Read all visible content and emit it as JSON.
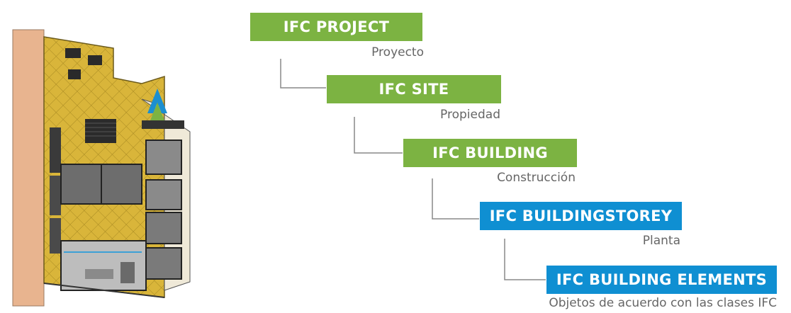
{
  "hierarchy": [
    {
      "label": "IFC PROJECT",
      "caption": "Proyecto",
      "color": "#7cb342"
    },
    {
      "label": "IFC SITE",
      "caption": "Propiedad",
      "color": "#7cb342"
    },
    {
      "label": "IFC BUILDING",
      "caption": "Construcción",
      "color": "#7cb342"
    },
    {
      "label": "IFC BUILDINGSTOREY",
      "caption": "Planta",
      "color": "#0f8fd2"
    },
    {
      "label": "IFC BUILDING ELEMENTS",
      "caption": "Objetos de acuerdo con las clases IFC",
      "color": "#0f8fd2"
    }
  ],
  "colors": {
    "green": "#7cb342",
    "blue": "#0f8fd2",
    "caption": "#666666"
  }
}
